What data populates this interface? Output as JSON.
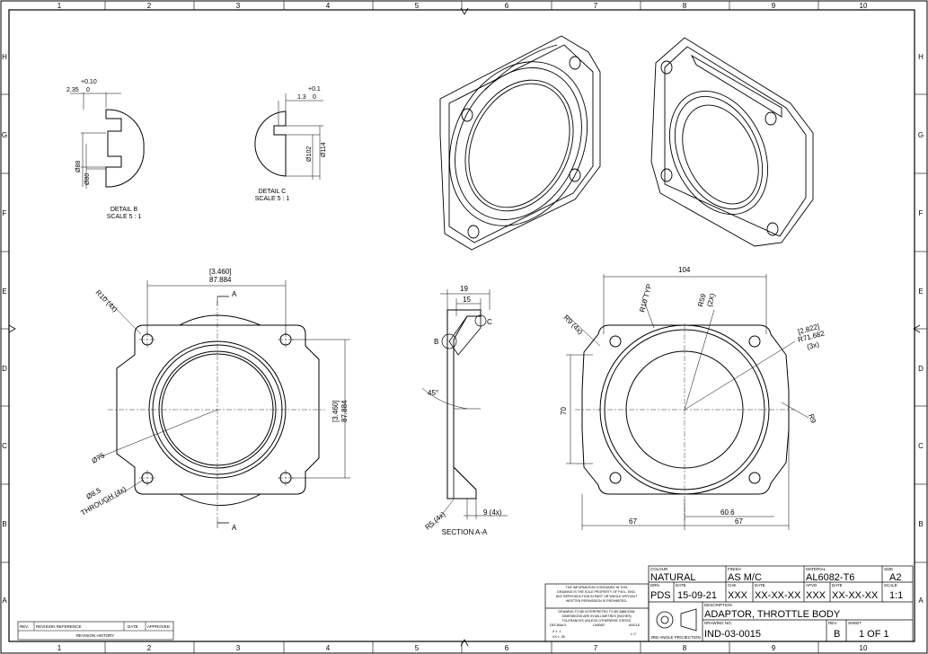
{
  "frame": {
    "columns": [
      "1",
      "2",
      "3",
      "4",
      "5",
      "6",
      "7",
      "8",
      "9",
      "10"
    ],
    "rows": [
      "H",
      "G",
      "F",
      "E",
      "D",
      "C",
      "B",
      "A"
    ]
  },
  "details": {
    "detail_b": {
      "title": "DETAIL B",
      "scale": "SCALE 5 : 1",
      "tol_upper": "+0.10",
      "tol_lower": "0",
      "dim_depth": "2.35",
      "dia_1": "Ø88",
      "dia_2": "Ø80"
    },
    "detail_c": {
      "title": "DETAIL C",
      "scale": "SCALE 5 : 1",
      "tol_upper": "+0.1",
      "tol_lower": "0",
      "dim_depth": "1.3",
      "dia_1": "Ø102",
      "dia_2": "Ø114"
    }
  },
  "front_view": {
    "radius_note": "R10 (4x)",
    "width_ref": "[3.460]",
    "width": "87.884",
    "height_ref": "[3.460]",
    "height": "87.884",
    "section_mark": "A",
    "bore": "Ø75",
    "holes": "Ø8.5",
    "holes_note": "THROUGH (4x)"
  },
  "section_view": {
    "dim_top": "19",
    "dim_inner": "15",
    "label_b": "B",
    "label_c": "C",
    "angle": "45°",
    "radius_note": "R5 (4x)",
    "thickness": "9 (4x)",
    "caption": "SECTION A-A"
  },
  "rear_view": {
    "width": "104",
    "radius_typ": "R10 TYP",
    "r_big": "R59",
    "r_big_ref": "(2X)",
    "r_corner": "R9 (4x)",
    "r_ref": "[2.822]",
    "r_val": "R71.682",
    "r_count": "(3x)",
    "height": "70",
    "small_r": "R9",
    "dim_a": "60.6",
    "dim_left": "67",
    "dim_right": "67"
  },
  "title_block": {
    "colour_label": "COLOUR",
    "colour": "NATURAL",
    "finish_label": "FINISH",
    "finish": "AS M/C",
    "material_label": "MATERIAL",
    "material": "AL6082-T6",
    "size_label": "SIZE",
    "size": "A2",
    "drn_label": "DRN",
    "drn": "PDS",
    "date_label": "DATE",
    "date": "15-09-21",
    "chk_label": "CHK",
    "chk": "XXX",
    "chk_date": "XX-XX-XX",
    "apvd_label": "APVD",
    "apvd": "XXX",
    "apvd_date": "XX-XX-XX",
    "scale_label": "SCALE",
    "scale": "1:1",
    "desc_label": "DESCRIPTION",
    "description": "ADAPTOR, THROTTLE BODY",
    "dwg_label": "DRAWING NO.",
    "drawing_no": "IND-03-0015",
    "rev_label": "REV.",
    "rev": "B",
    "sheet_label": "SHEET",
    "sheet": "1 OF 1",
    "projection": "3RD ANGLE PROJECTION",
    "notice_1": "THE INFORMATION CONTAINED IN THIS",
    "notice_2": "DRAWING IS THE SOLE PROPERTY OF P.M.L. ENG.",
    "notice_3": "ANY REPRODUCTION IN PART OR WHOLE WITHOUT",
    "notice_4": "WRITTEN PERMISSION IS PROHIBITED.",
    "notice_5": "DRAWING TO BE INTERPRETED TO BS 8888:2006",
    "notice_6": "DIMENSIONS ARE IN MILLIMETRES [INCHES]",
    "notice_7": "TOLERANCES UNLESS OTHERWISE STATED",
    "tol_decimals": "DECIMALS",
    "tol_linear": "LINEAR",
    "tol_angle": "ANGLE",
    "tol_x": ".X ± .1",
    "tol_xx": ".XX ± .05",
    "tol_ang": "± 1°"
  },
  "revision": {
    "rev": "REV.",
    "ref": "REVISION REFERENCE",
    "date": "DATE",
    "approved": "APPROVED",
    "history": "REVISION HISTORY"
  }
}
